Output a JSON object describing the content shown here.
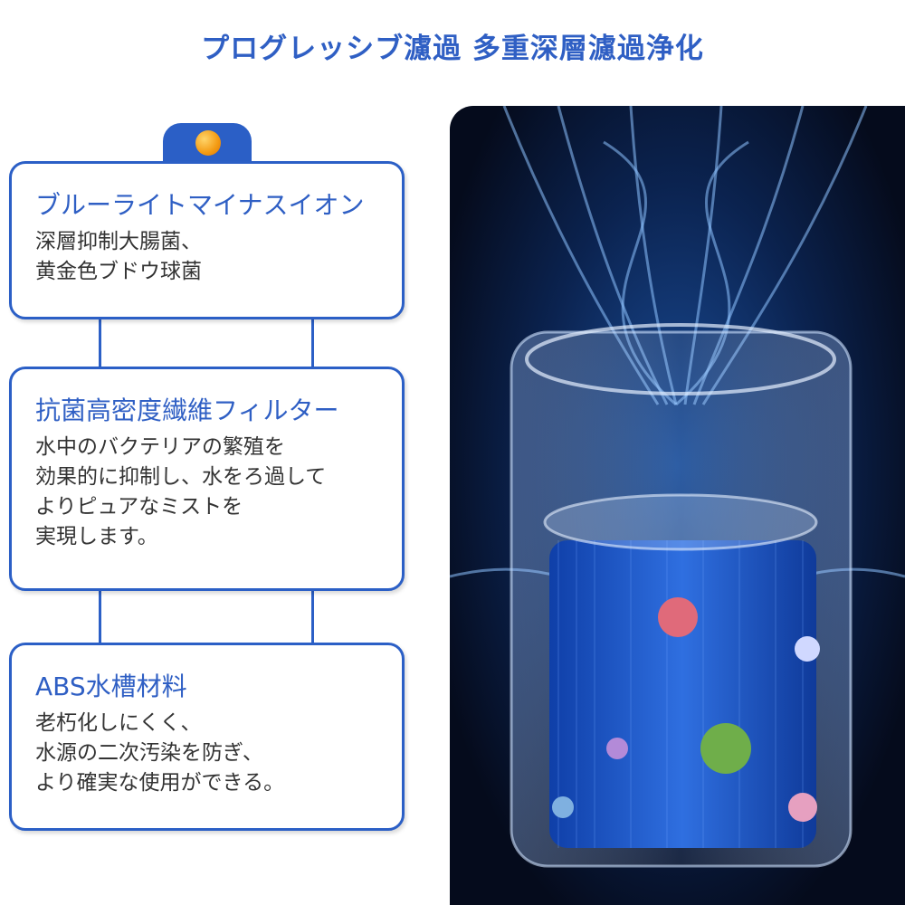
{
  "title": "プログレッシブ濾過 多重深層濾過浄化",
  "features": [
    {
      "heading": "ブルーライトマイナスイオン",
      "lines": [
        "深層抑制大腸菌、",
        "黄金色ブドウ球菌"
      ]
    },
    {
      "heading": "抗菌高密度繊維フィルター",
      "lines": [
        "水中のバクテリアの繁殖を",
        "効果的に抑制し、水をろ過して",
        "よりピュアなミストを",
        "実現します。"
      ]
    },
    {
      "heading": "ABS水槽材料",
      "lines": [
        "老朽化しにくく、",
        "水源の二次汚染を防ぎ、",
        "より確実な使用ができる。"
      ]
    }
  ],
  "colors": {
    "accent": "#2b5fc6",
    "text": "#333333"
  }
}
